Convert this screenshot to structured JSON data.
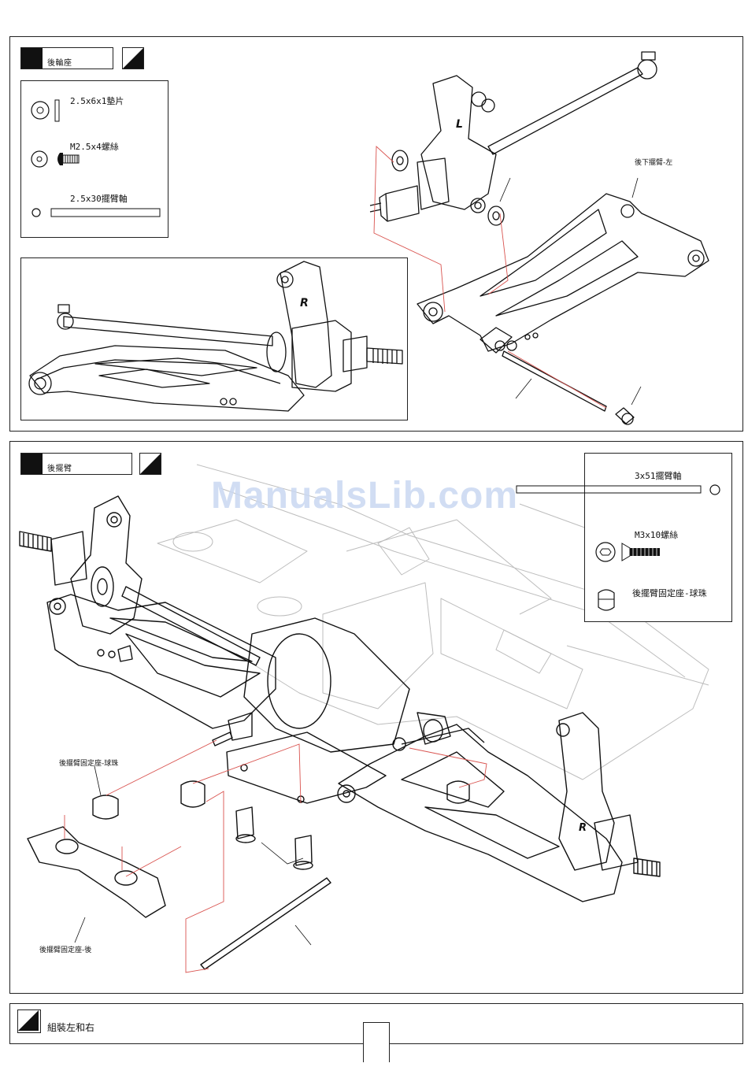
{
  "step1": {
    "title": "後輪座",
    "parts": [
      {
        "label": "2.5x6x1墊片",
        "icon": "washer-icon"
      },
      {
        "label": "M2.5x4螺絲",
        "icon": "button-screw-icon"
      },
      {
        "label": "2.5x30擺臂軸",
        "icon": "pin-icon"
      }
    ],
    "callout_arm": "後下擺臂-左",
    "arm_letter_left": "L",
    "arm_letter_right": "R"
  },
  "step2": {
    "title": "後擺臂",
    "parts": [
      {
        "label": "3x51擺臂軸",
        "icon": "pin-icon"
      },
      {
        "label": "M3x10螺絲",
        "icon": "flat-screw-icon"
      },
      {
        "label": "後擺臂固定座-球珠",
        "icon": "ball-bushing-icon"
      }
    ],
    "callout_ball": "後擺臂固定座-球珠",
    "callout_mount": "後擺臂固定座-後",
    "arm_letter": "R"
  },
  "watermark": "ManualsLib.com",
  "footer": {
    "note": "組裝左和右"
  },
  "colors": {
    "line": "#111111",
    "guide": "#d9534f",
    "watermark": "#c9d8f2"
  }
}
